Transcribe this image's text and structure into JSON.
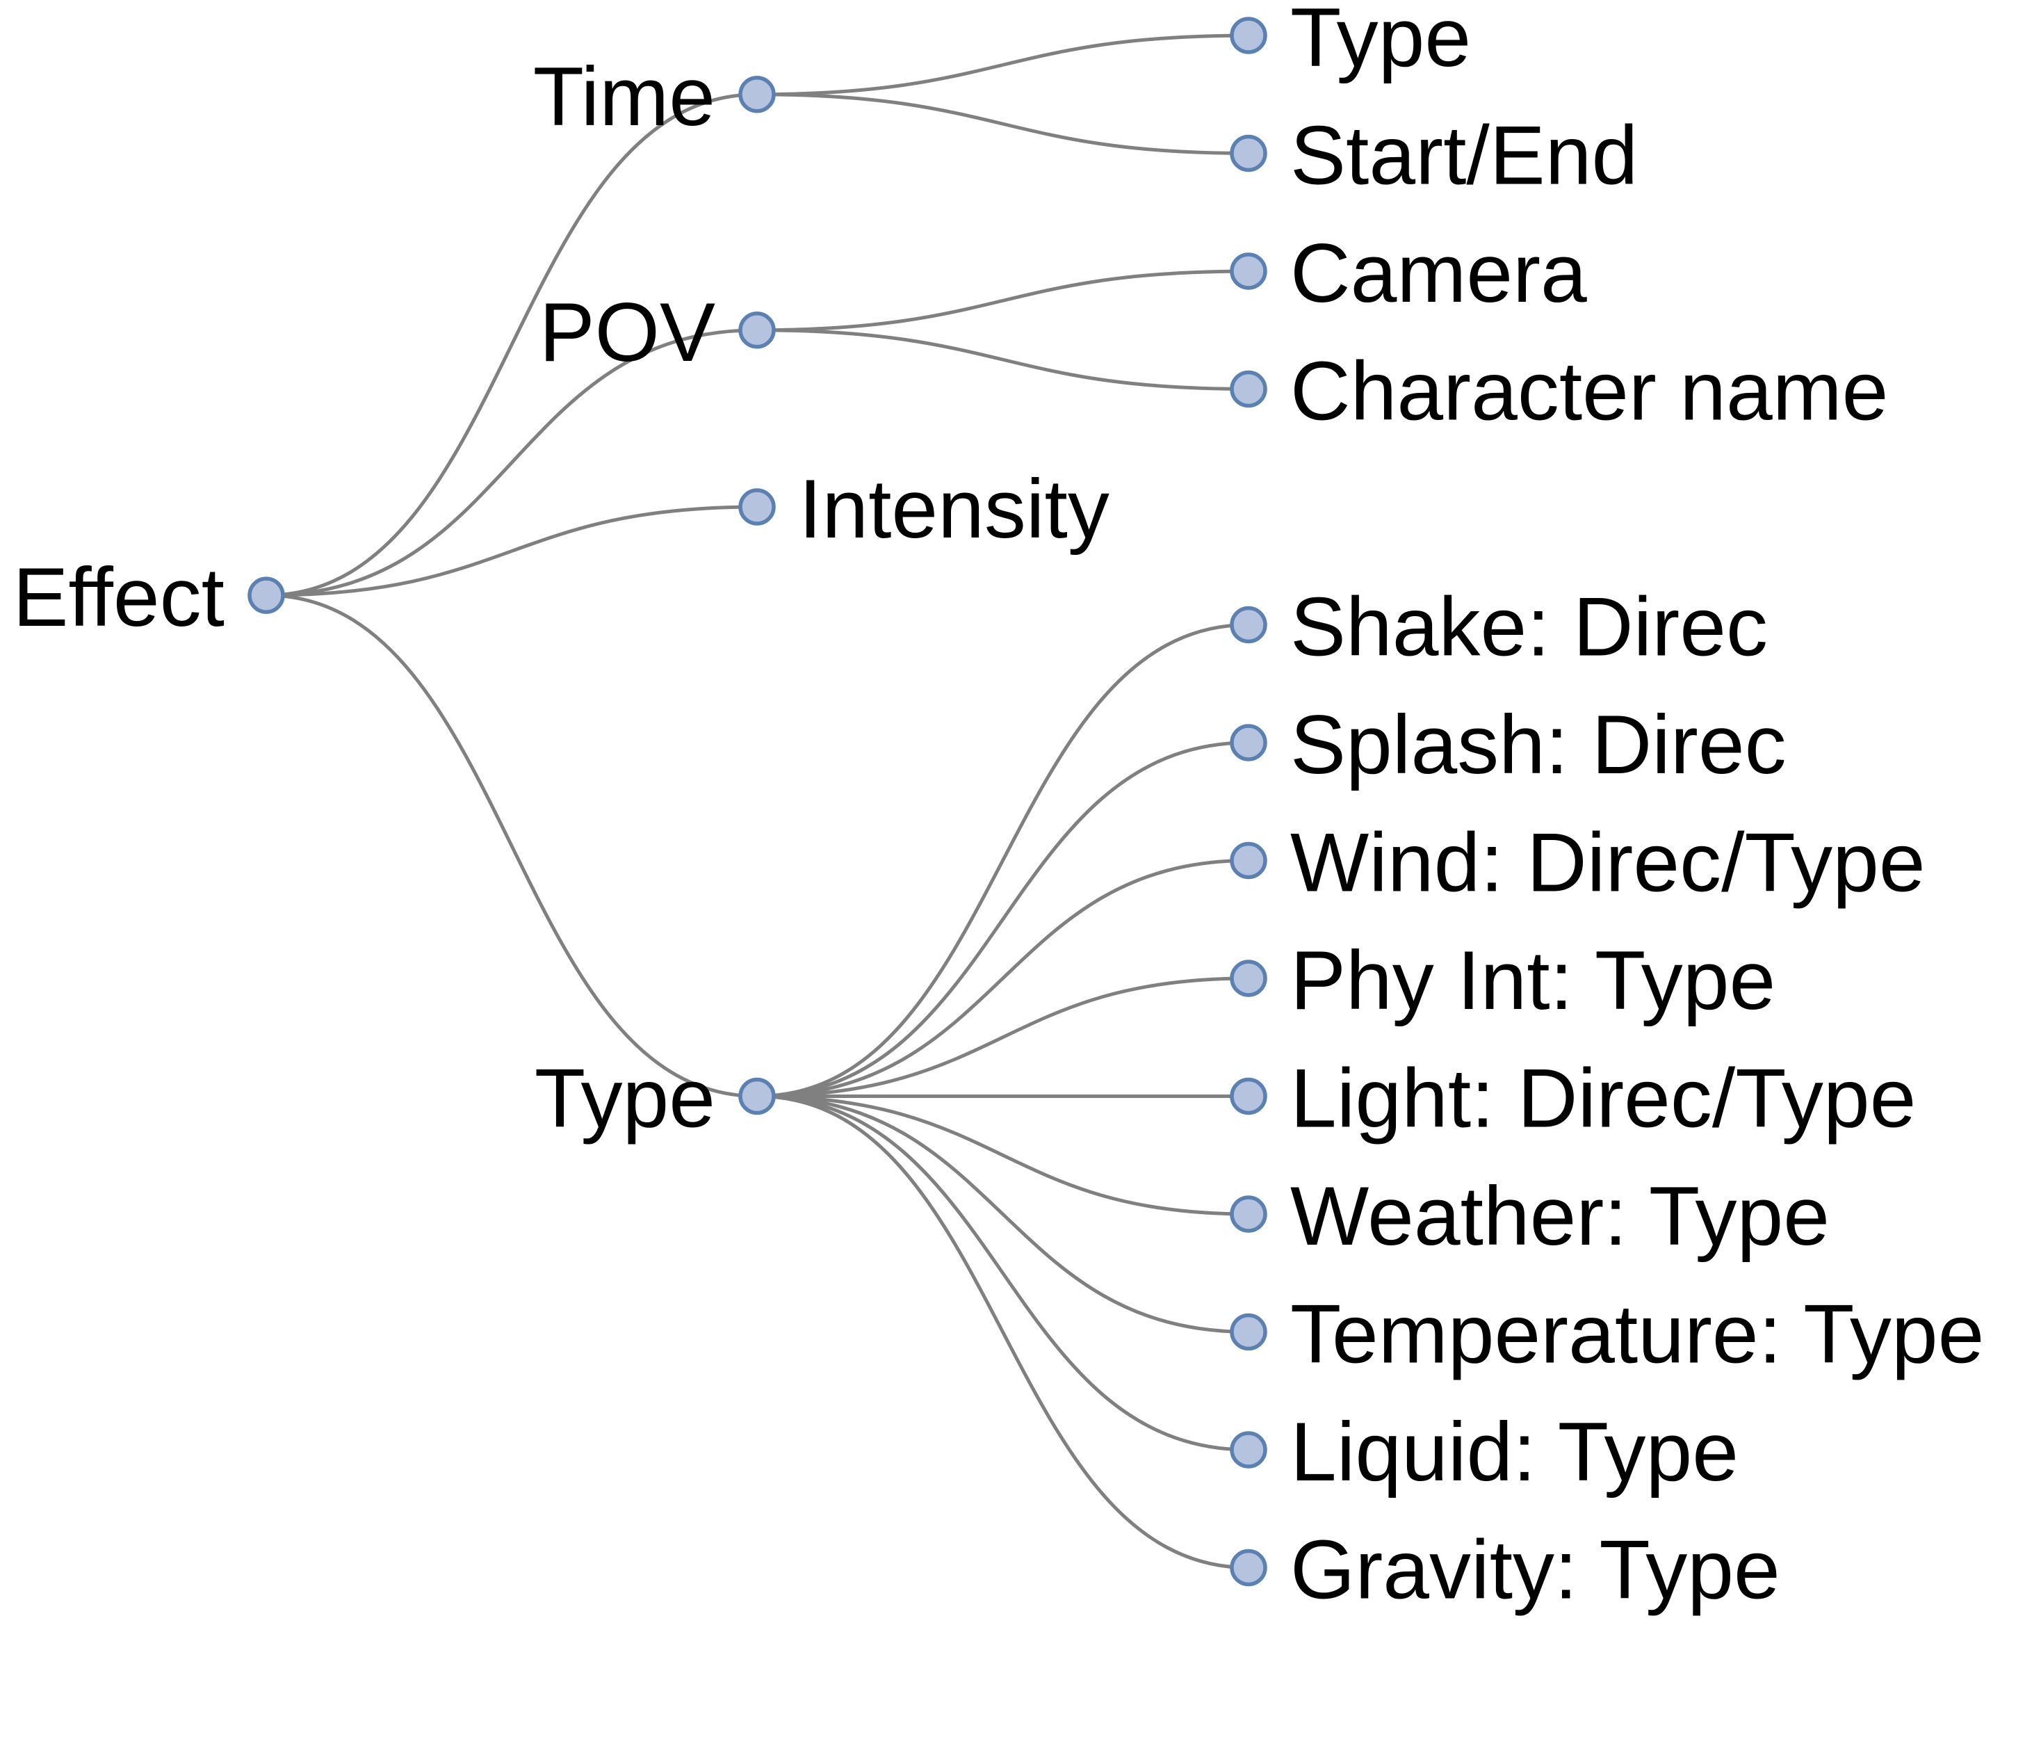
{
  "colors": {
    "link": "#808080",
    "node_fill": "#b5c3de",
    "node_stroke": "#5b80b2",
    "text": "#000000"
  },
  "tree": {
    "label": "Effect",
    "children": [
      {
        "label": "Time",
        "children": [
          {
            "label": "Type"
          },
          {
            "label": "Start/End"
          }
        ]
      },
      {
        "label": "POV",
        "children": [
          {
            "label": "Camera"
          },
          {
            "label": "Character name"
          }
        ]
      },
      {
        "label": "Intensity"
      },
      {
        "label": "Type",
        "children": [
          {
            "label": "Shake: Direc"
          },
          {
            "label": "Splash: Direc"
          },
          {
            "label": "Wind: Direc/Type"
          },
          {
            "label": "Phy Int: Type"
          },
          {
            "label": "Light: Direc/Type"
          },
          {
            "label": "Weather: Type"
          },
          {
            "label": "Temperature: Type"
          },
          {
            "label": "Liquid: Type"
          },
          {
            "label": "Gravity: Type"
          }
        ]
      }
    ]
  }
}
